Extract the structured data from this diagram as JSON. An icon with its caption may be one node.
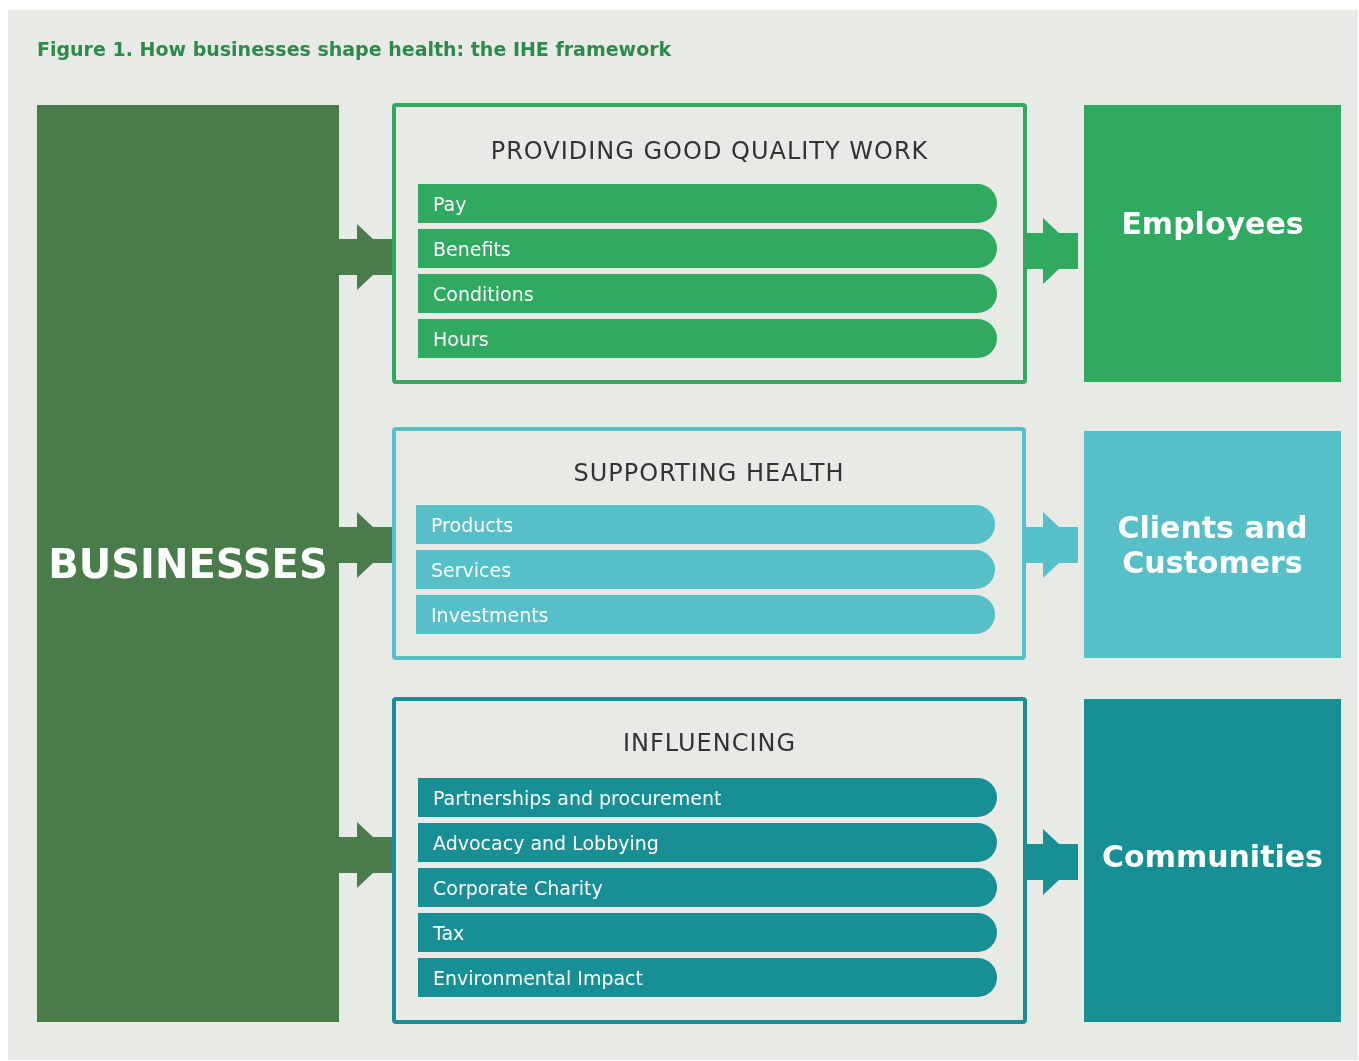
{
  "diagram": {
    "title": "Figure 1. How businesses shape health: the IHE framework",
    "nodes": [
      {
        "text": [
          "BUSINESSES"
        ]
      },
      {
        "text": [
          "PROVIDING GOOD QUALITY WORK"
        ]
      },
      {
        "text": [
          "Pay"
        ],
        "in": 1
      },
      {
        "text": [
          "Benefits"
        ],
        "in": 1
      },
      {
        "text": [
          "Conditions"
        ],
        "in": 1
      },
      {
        "text": [
          "Hours"
        ],
        "in": 1
      },
      {
        "text": [
          "Employees"
        ]
      },
      {
        "text": [
          "SUPPORTING HEALTH"
        ]
      },
      {
        "text": [
          "Products"
        ],
        "in": 7
      },
      {
        "text": [
          "Services"
        ],
        "in": 7
      },
      {
        "text": [
          "Investments"
        ],
        "in": 7
      },
      {
        "text": [
          "Clients and Customers"
        ]
      },
      {
        "text": [
          "INFLUENCING"
        ]
      },
      {
        "text": [
          "Partnerships and procurement"
        ],
        "in": 12
      },
      {
        "text": [
          "Advocacy and Lobbying"
        ],
        "in": 12
      },
      {
        "text": [
          "Corporate Charity"
        ],
        "in": 12
      },
      {
        "text": [
          "Tax"
        ],
        "in": 12
      },
      {
        "text": [
          "Environmental Impact"
        ],
        "in": 12
      },
      {
        "text": [
          "Communities"
        ]
      }
    ],
    "edges": [
      {
        "from": 0,
        "to": 1,
        "arrow": "to"
      },
      {
        "from": 0,
        "to": 7,
        "arrow": "to"
      },
      {
        "from": 0,
        "to": 12,
        "arrow": "to"
      },
      {
        "from": 1,
        "to": 6,
        "arrow": "to",
        "color": "#2faa60"
      },
      {
        "from": 7,
        "to": 11,
        "arrow": "to",
        "color": "#56bfc8"
      },
      {
        "from": 12,
        "to": 18,
        "arrow": "to",
        "color": "#178f94"
      }
    ]
  }
}
